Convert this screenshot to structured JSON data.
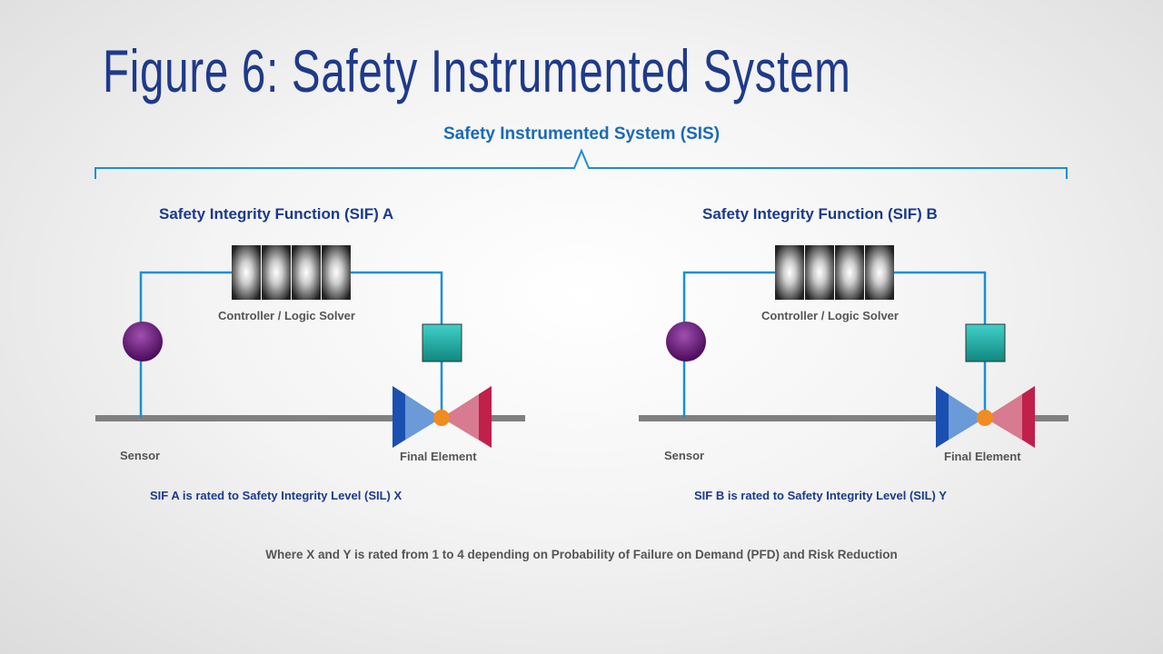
{
  "title": "Figure 6: Safety Instrumented System",
  "system_label": "Safety Instrumented  System (SIS)",
  "sifs": [
    {
      "title": "Safety Integrity Function (SIF) A",
      "controller": "Controller / Logic Solver",
      "sensor": "Sensor",
      "final_element": "Final Element",
      "rating": "SIF A is rated to Safety Integrity Level (SIL) X"
    },
    {
      "title": "Safety Integrity Function (SIF) B",
      "controller": "Controller / Logic Solver",
      "sensor": "Sensor",
      "final_element": "Final Element",
      "rating": "SIF B is rated to Safety Integrity Level (SIL) Y"
    }
  ],
  "footnote": "Where X and Y is rated from 1 to 4 depending on Probability of Failure on Demand (PFD) and Risk Reduction",
  "colors": {
    "title": "#1e3a8a",
    "wire": "#1a8fd6",
    "pipe": "#808080",
    "sensor": "#6a1a7a",
    "actuator": "#1aa8a0",
    "valve_left": "#1a50b0",
    "valve_right": "#c0204a",
    "stem": "#f08c20"
  }
}
